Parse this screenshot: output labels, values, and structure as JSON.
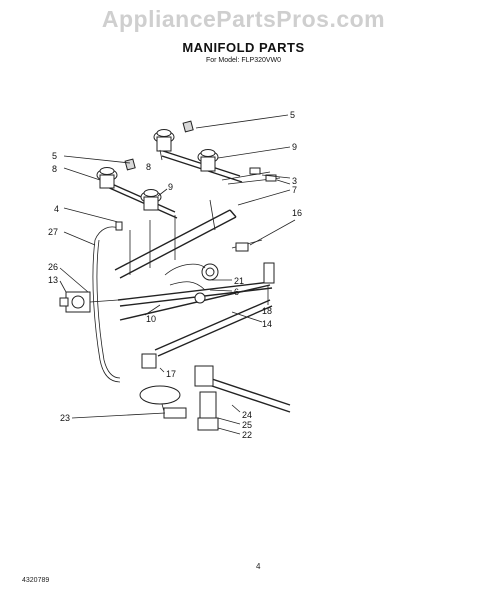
{
  "watermark": "AppliancePartsPros.com",
  "title": "MANIFOLD PARTS",
  "subtitle": "For Model: FLP320VW0",
  "footer": {
    "left_code": "4320789",
    "page_number": "4"
  },
  "callouts": [
    {
      "id": "c5a",
      "label": "5"
    },
    {
      "id": "c9a",
      "label": "9"
    },
    {
      "id": "c8a",
      "label": "8"
    },
    {
      "id": "c3",
      "label": "3"
    },
    {
      "id": "c5b",
      "label": "5"
    },
    {
      "id": "c8b",
      "label": "8"
    },
    {
      "id": "c9b",
      "label": "9"
    },
    {
      "id": "c7",
      "label": "7"
    },
    {
      "id": "c16",
      "label": "16"
    },
    {
      "id": "c4",
      "label": "4"
    },
    {
      "id": "c27",
      "label": "27"
    },
    {
      "id": "c26",
      "label": "26"
    },
    {
      "id": "c13",
      "label": "13"
    },
    {
      "id": "c21",
      "label": "21"
    },
    {
      "id": "c6",
      "label": "6"
    },
    {
      "id": "c18",
      "label": "18"
    },
    {
      "id": "c10",
      "label": "10"
    },
    {
      "id": "c14",
      "label": "14"
    },
    {
      "id": "c17",
      "label": "17"
    },
    {
      "id": "c24",
      "label": "24"
    },
    {
      "id": "c23",
      "label": "23"
    },
    {
      "id": "c25",
      "label": "25"
    },
    {
      "id": "c22",
      "label": "22"
    }
  ]
}
